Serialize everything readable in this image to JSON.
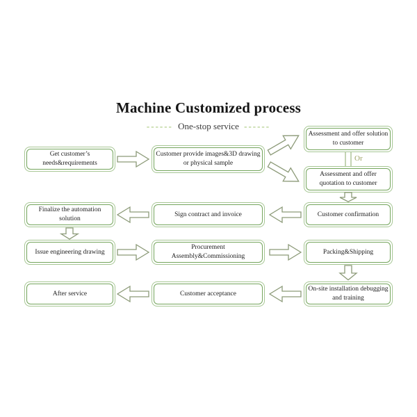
{
  "title": "Machine Customized process",
  "subtitle": {
    "dashes": "------",
    "text": "One-stop service"
  },
  "connector": {
    "or_label": "Or"
  },
  "colors": {
    "box_border_inner": "#74a55c",
    "box_border_outer": "#a6c693",
    "arrow_outline": "#8c9a78",
    "subtitle_dash_green": "#a9c87e",
    "or_label_color": "#9fa468",
    "text_color": "#222222",
    "background": "#ffffff"
  },
  "nodes": {
    "get_needs": {
      "label": "Get customer’s\nneeds&requirements"
    },
    "provide_images": {
      "label": "Customer provide images&3D drawing\nor physical sample"
    },
    "offer_solution": {
      "label": "Assessment and offer solution\nto customer"
    },
    "offer_quotation": {
      "label": "Assessment and offer\nquotation to customer"
    },
    "customer_confirmation": {
      "label": "Customer confirmation"
    },
    "sign_contract": {
      "label": "Sign contract and invoice"
    },
    "finalize_solution": {
      "label": "Finalize the automation\nsolution"
    },
    "issue_drawing": {
      "label": "Issue engineering drawing"
    },
    "procurement": {
      "label": "Procurement\nAssembly&Commissioning"
    },
    "packing_shipping": {
      "label": "Packing&Shipping"
    },
    "onsite_installation": {
      "label": "On-site installation debugging\nand training"
    },
    "customer_acceptance": {
      "label": "Customer acceptance"
    },
    "after_service": {
      "label": "After service"
    }
  }
}
